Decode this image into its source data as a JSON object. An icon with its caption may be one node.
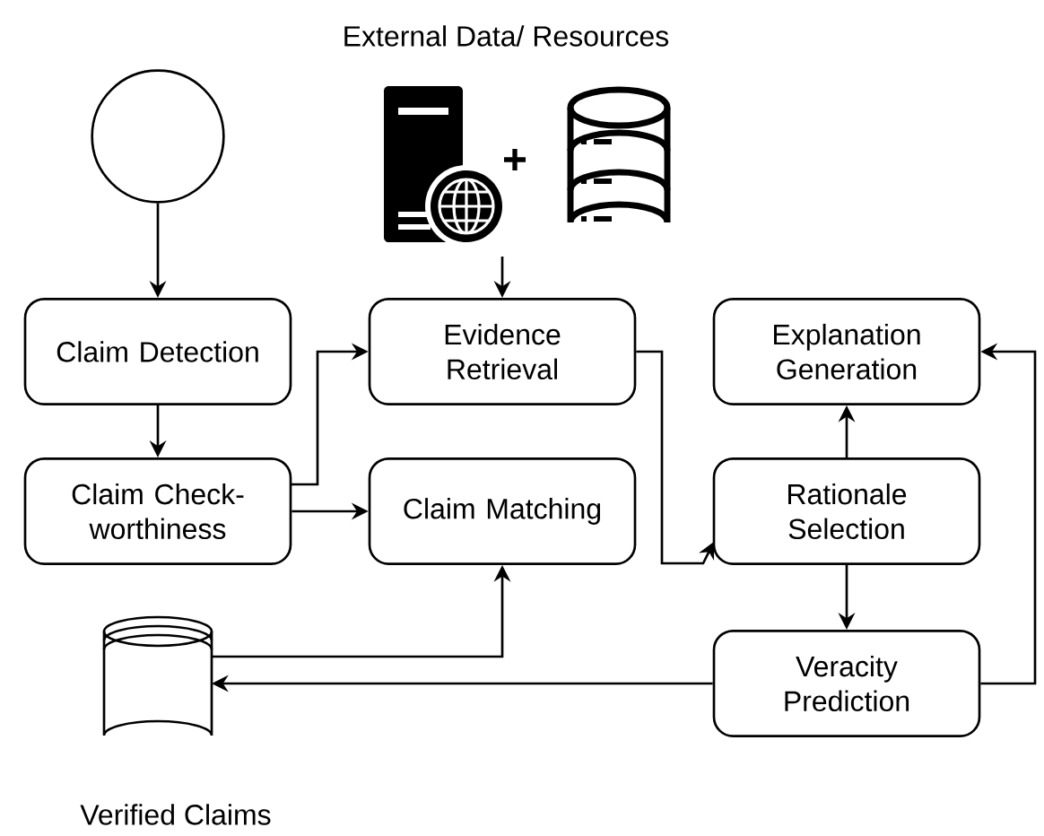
{
  "diagram": {
    "nodes": [
      {
        "text": [],
        "shape": "circle"
      },
      {
        "text": [
          "Claim Detection"
        ]
      },
      {
        "text": [
          "Evidence Retrieval"
        ]
      },
      {
        "text": [
          "Explanation Generation"
        ]
      },
      {
        "text": [
          "Claim Check-worthiness"
        ]
      },
      {
        "text": [
          "Claim Matching"
        ]
      },
      {
        "text": [
          "Rationale Selection"
        ]
      },
      {
        "text": [
          "Veracity Prediction"
        ]
      },
      {
        "text": [
          "External Data/ Resources"
        ]
      },
      {
        "text": [
          "Verified Claims"
        ]
      }
    ],
    "edges": [
      {
        "from": 0,
        "to": 1,
        "arrow": "to"
      },
      {
        "from": 8,
        "to": 2,
        "arrow": "to"
      },
      {
        "from": 1,
        "to": 4,
        "arrow": "to"
      },
      {
        "from": 4,
        "to": 2,
        "arrow": "to"
      },
      {
        "from": 4,
        "to": 5,
        "arrow": "to"
      },
      {
        "from": 2,
        "to": 6,
        "arrow": "to"
      },
      {
        "from": 6,
        "to": 3,
        "arrow": "to"
      },
      {
        "from": 6,
        "to": 7,
        "arrow": "to"
      },
      {
        "from": 7,
        "to": 3,
        "arrow": "to"
      },
      {
        "from": 7,
        "to": 9,
        "arrow": "to"
      },
      {
        "from": 9,
        "to": 5,
        "arrow": "to"
      }
    ]
  }
}
